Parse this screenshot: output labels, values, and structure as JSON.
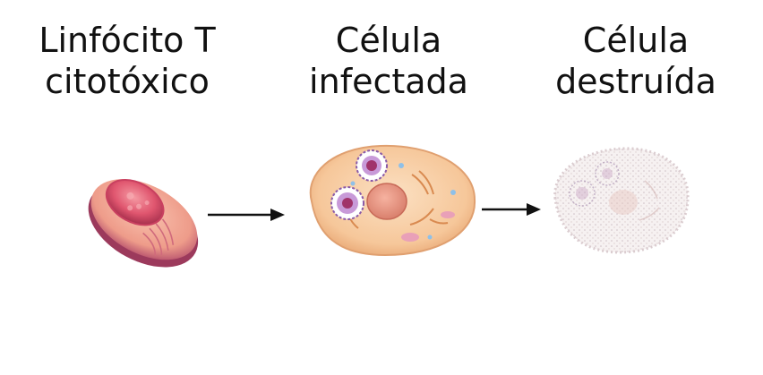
{
  "stages": [
    {
      "line1": "Linfócito T",
      "line2": "citotóxico",
      "icon": "cytotoxic-t-lymphocyte"
    },
    {
      "line1": "Célula",
      "line2": "infectada",
      "icon": "infected-cell"
    },
    {
      "line1": "Célula",
      "line2": "destruída",
      "icon": "destroyed-cell"
    }
  ],
  "colors": {
    "lymphocyte_outer": "#b24a6a",
    "lymphocyte_inner": "#f0a090",
    "nucleus": "#d8506a",
    "cell_body": "#f6c79a",
    "virus": "#8a5aa8",
    "arrow": "#111111"
  }
}
